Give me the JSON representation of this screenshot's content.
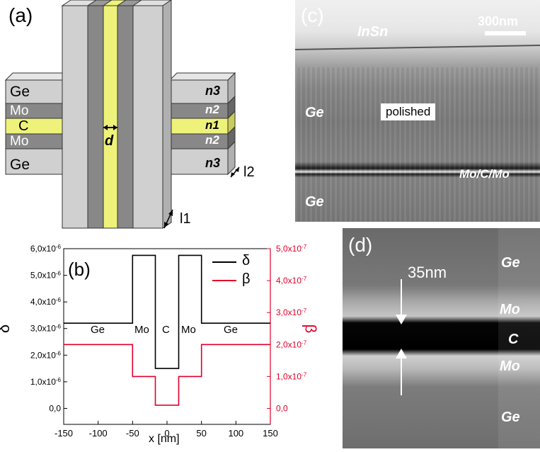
{
  "panel_a": {
    "label": "(a)",
    "layers_left": [
      "Ge",
      "Mo",
      "C",
      "Mo",
      "Ge"
    ],
    "layers_right": [
      "n3",
      "n2",
      "n1",
      "n2",
      "n3"
    ],
    "width_label": "d",
    "length1_label": "l1",
    "length2_label": "l2",
    "colors": {
      "ge": "#d0d0d0",
      "mo": "#888888",
      "c": "#eef27a"
    }
  },
  "panel_b": {
    "label": "(b)",
    "legend": [
      {
        "symbol": "δ",
        "color": "#000000"
      },
      {
        "symbol": "β",
        "color": "#e0002a"
      }
    ],
    "region_labels": [
      "Ge",
      "Mo",
      "C",
      "Mo",
      "Ge"
    ]
  },
  "panel_c": {
    "label": "(c)",
    "scale_bar": "300nm",
    "labels": {
      "top": "InSn",
      "ge_upper": "Ge",
      "ge_lower": "Ge",
      "polished": "polished",
      "stack": "Mo/C/Mo"
    }
  },
  "panel_d": {
    "label": "(d)",
    "thickness": "35nm",
    "labels": [
      "Ge",
      "Mo",
      "C",
      "Mo",
      "Ge"
    ]
  },
  "chart_data": {
    "type": "line",
    "title": "",
    "xlabel": "x [nm]",
    "ylabel": "δ",
    "y2label": "β",
    "xlim": [
      -150,
      150
    ],
    "ylim": [
      -6e-07,
      6e-06
    ],
    "y2lim": [
      -5e-08,
      5e-07
    ],
    "xticks": [
      -150,
      -100,
      -50,
      0,
      50,
      100,
      150
    ],
    "xtick_labels": [
      "-150",
      "-100",
      "-50",
      "0",
      "50",
      "100",
      "150"
    ],
    "yticks": [
      0,
      1e-06,
      2e-06,
      3e-06,
      4e-06,
      5e-06,
      6e-06
    ],
    "ytick_labels": [
      "0,0",
      "1,0x10-6",
      "2,0x10-6",
      "3,0x10-6",
      "4,0x10-6",
      "5,0x10-6",
      "6,0x10-6"
    ],
    "y2ticks": [
      0,
      1e-07,
      2e-07,
      3e-07,
      4e-07,
      5e-07
    ],
    "y2tick_labels": [
      "0,0",
      "1,0x10-7",
      "2,0x10-7",
      "3,0x10-7",
      "4,0x10-7",
      "5,0x10-7"
    ],
    "series": [
      {
        "name": "δ",
        "axis": "left",
        "color": "#000000",
        "x": [
          -150,
          -50,
          -50,
          -17,
          -17,
          17,
          17,
          50,
          50,
          150
        ],
        "y": [
          3.2e-06,
          3.2e-06,
          5.75e-06,
          5.75e-06,
          1.5e-06,
          1.5e-06,
          5.75e-06,
          5.75e-06,
          3.2e-06,
          3.2e-06
        ]
      },
      {
        "name": "β",
        "axis": "right",
        "color": "#e0002a",
        "x": [
          -150,
          -50,
          -50,
          -17,
          -17,
          17,
          17,
          50,
          50,
          150
        ],
        "y": [
          2e-07,
          2e-07,
          1e-07,
          1e-07,
          1e-08,
          1e-08,
          1e-07,
          1e-07,
          2e-07,
          2e-07
        ]
      }
    ]
  }
}
